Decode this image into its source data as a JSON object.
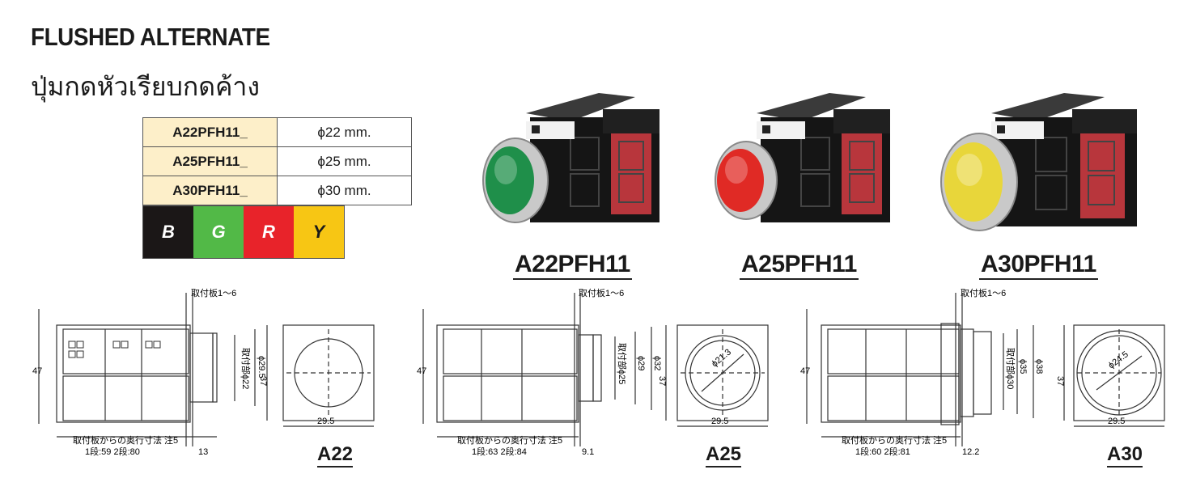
{
  "header": {
    "title_en": "FLUSHED ALTERNATE",
    "title_th": "ปุ่มกดหัวเรียบกดค้าง"
  },
  "spec_table": [
    {
      "model": "A22PFH11_",
      "size": "ϕ22 mm."
    },
    {
      "model": "A25PFH11_",
      "size": "ϕ25 mm."
    },
    {
      "model": "A30PFH11_",
      "size": "ϕ30 mm."
    }
  ],
  "color_options": [
    {
      "letter": "B",
      "bg": "#1b1717",
      "fg": "#ffffff"
    },
    {
      "letter": "G",
      "bg": "#52b947",
      "fg": "#ffffff"
    },
    {
      "letter": "R",
      "bg": "#e8232a",
      "fg": "#ffffff"
    },
    {
      "letter": "Y",
      "bg": "#f7c614",
      "fg": "#1a1a1a"
    }
  ],
  "products": [
    {
      "label": "A22PFH11",
      "button_color": "#1f8f4a"
    },
    {
      "label": "A25PFH11",
      "button_color": "#e02a25"
    },
    {
      "label": "A30PFH11",
      "button_color": "#e8d63a"
    }
  ],
  "drawings": [
    {
      "label": "A22",
      "panel_note": "取付板1～6",
      "depth_note": "取付板からの奥行寸法 注5",
      "depth_values": "1段:59 2段:80",
      "front_length": "13",
      "height": "47",
      "dia_outer": "ϕ29.5",
      "dia_inner": "取付部ϕ22",
      "front_height": "37",
      "front_width": "29.5",
      "front_dia": ""
    },
    {
      "label": "A25",
      "panel_note": "取付板1～6",
      "depth_note": "取付板からの奥行寸法 注5",
      "depth_values": "1段:63 2段:84",
      "front_length": "9.1",
      "height": "47",
      "dia_outer": "ϕ32",
      "dia_mid": "ϕ29",
      "dia_inner": "取付部ϕ25",
      "front_height": "37",
      "front_width": "29.5",
      "front_dia": "ϕ21.3"
    },
    {
      "label": "A30",
      "panel_note": "取付板1～6",
      "depth_note": "取付板からの奥行寸法 注5",
      "depth_values": "1段:60 2段:81",
      "front_length": "12.2",
      "height": "47",
      "dia_outer": "ϕ38",
      "dia_mid": "ϕ35",
      "dia_inner": "取付部ϕ30",
      "front_height": "37",
      "front_width": "29.5",
      "front_dia": "ϕ24.5"
    }
  ]
}
